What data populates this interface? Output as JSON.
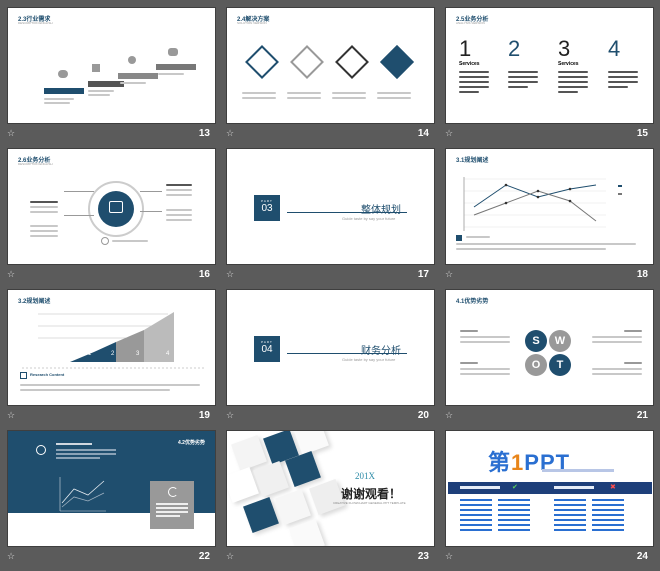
{
  "slides": [
    {
      "number": "13",
      "title": "2.3行业需求",
      "subtitle": "DESCRIPTION ENGLISH"
    },
    {
      "number": "14",
      "title": "2.4解决方案",
      "subtitle": "SOLUTION VERSION"
    },
    {
      "number": "15",
      "title": "2.5业务分析",
      "subtitle": "ANALYSIS VERSION",
      "digits": [
        "1",
        "2",
        "3",
        "4"
      ],
      "services_label": "Services"
    },
    {
      "number": "16",
      "title": "2.6业务分析",
      "subtitle": "DESCRIPTION ENGLISH"
    },
    {
      "number": "17",
      "part_label": "PART",
      "part_num": "03",
      "section_title": "整体规划",
      "section_sub": "Guide taste by say your future"
    },
    {
      "number": "18",
      "title": "3.1规划阐述"
    },
    {
      "number": "19",
      "title": "3.2规划阐述",
      "bars": [
        1,
        2,
        3,
        4
      ],
      "research_label": "Research Content"
    },
    {
      "number": "20",
      "part_label": "PART",
      "part_num": "04",
      "section_title": "财务分析",
      "section_sub": "Guide taste by say your future"
    },
    {
      "number": "21",
      "title": "4.1优势劣势",
      "letters": [
        "S",
        "W",
        "O",
        "T"
      ]
    },
    {
      "number": "22",
      "title": "4.2优势劣势"
    },
    {
      "number": "23",
      "year": "201X",
      "thanks": "谢谢观看！",
      "thanks_sub": "CREATIVE FLOWCHART GENERAL PPT TEMPLATE"
    },
    {
      "number": "24",
      "brand_prefix": "第",
      "brand_digit": "1",
      "brand_suffix": "PPT"
    }
  ],
  "colors": {
    "navy": "#1f4e6e",
    "grey": "#999999",
    "bg": "#5b5b5b"
  }
}
